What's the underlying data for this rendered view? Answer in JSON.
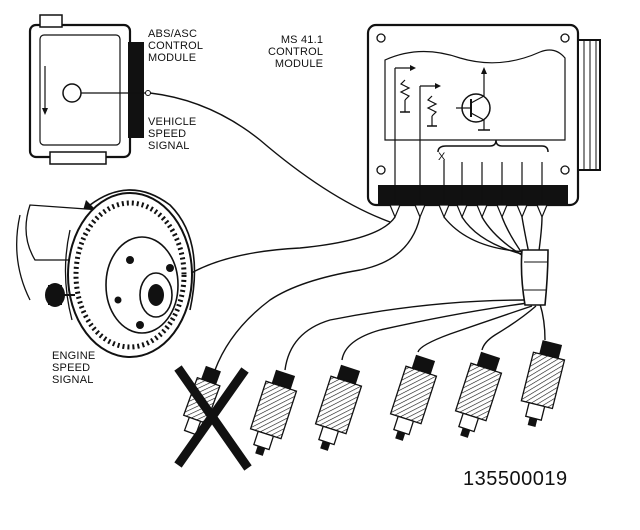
{
  "labels": {
    "abs": [
      "ABS/ASC",
      "CONTROL",
      "MODULE"
    ],
    "vehicle_speed": [
      "VEHICLE",
      "SPEED",
      "SIGNAL"
    ],
    "ms_module": [
      "MS 41.1",
      "CONTROL",
      "MODULE"
    ],
    "engine_speed": [
      "ENGINE",
      "SPEED",
      "SIGNAL"
    ],
    "x_mark": "X"
  },
  "figure_number": "135500019",
  "colors": {
    "ink": "#111111",
    "paper": "#ffffff",
    "shade": "#d9d9d9"
  }
}
